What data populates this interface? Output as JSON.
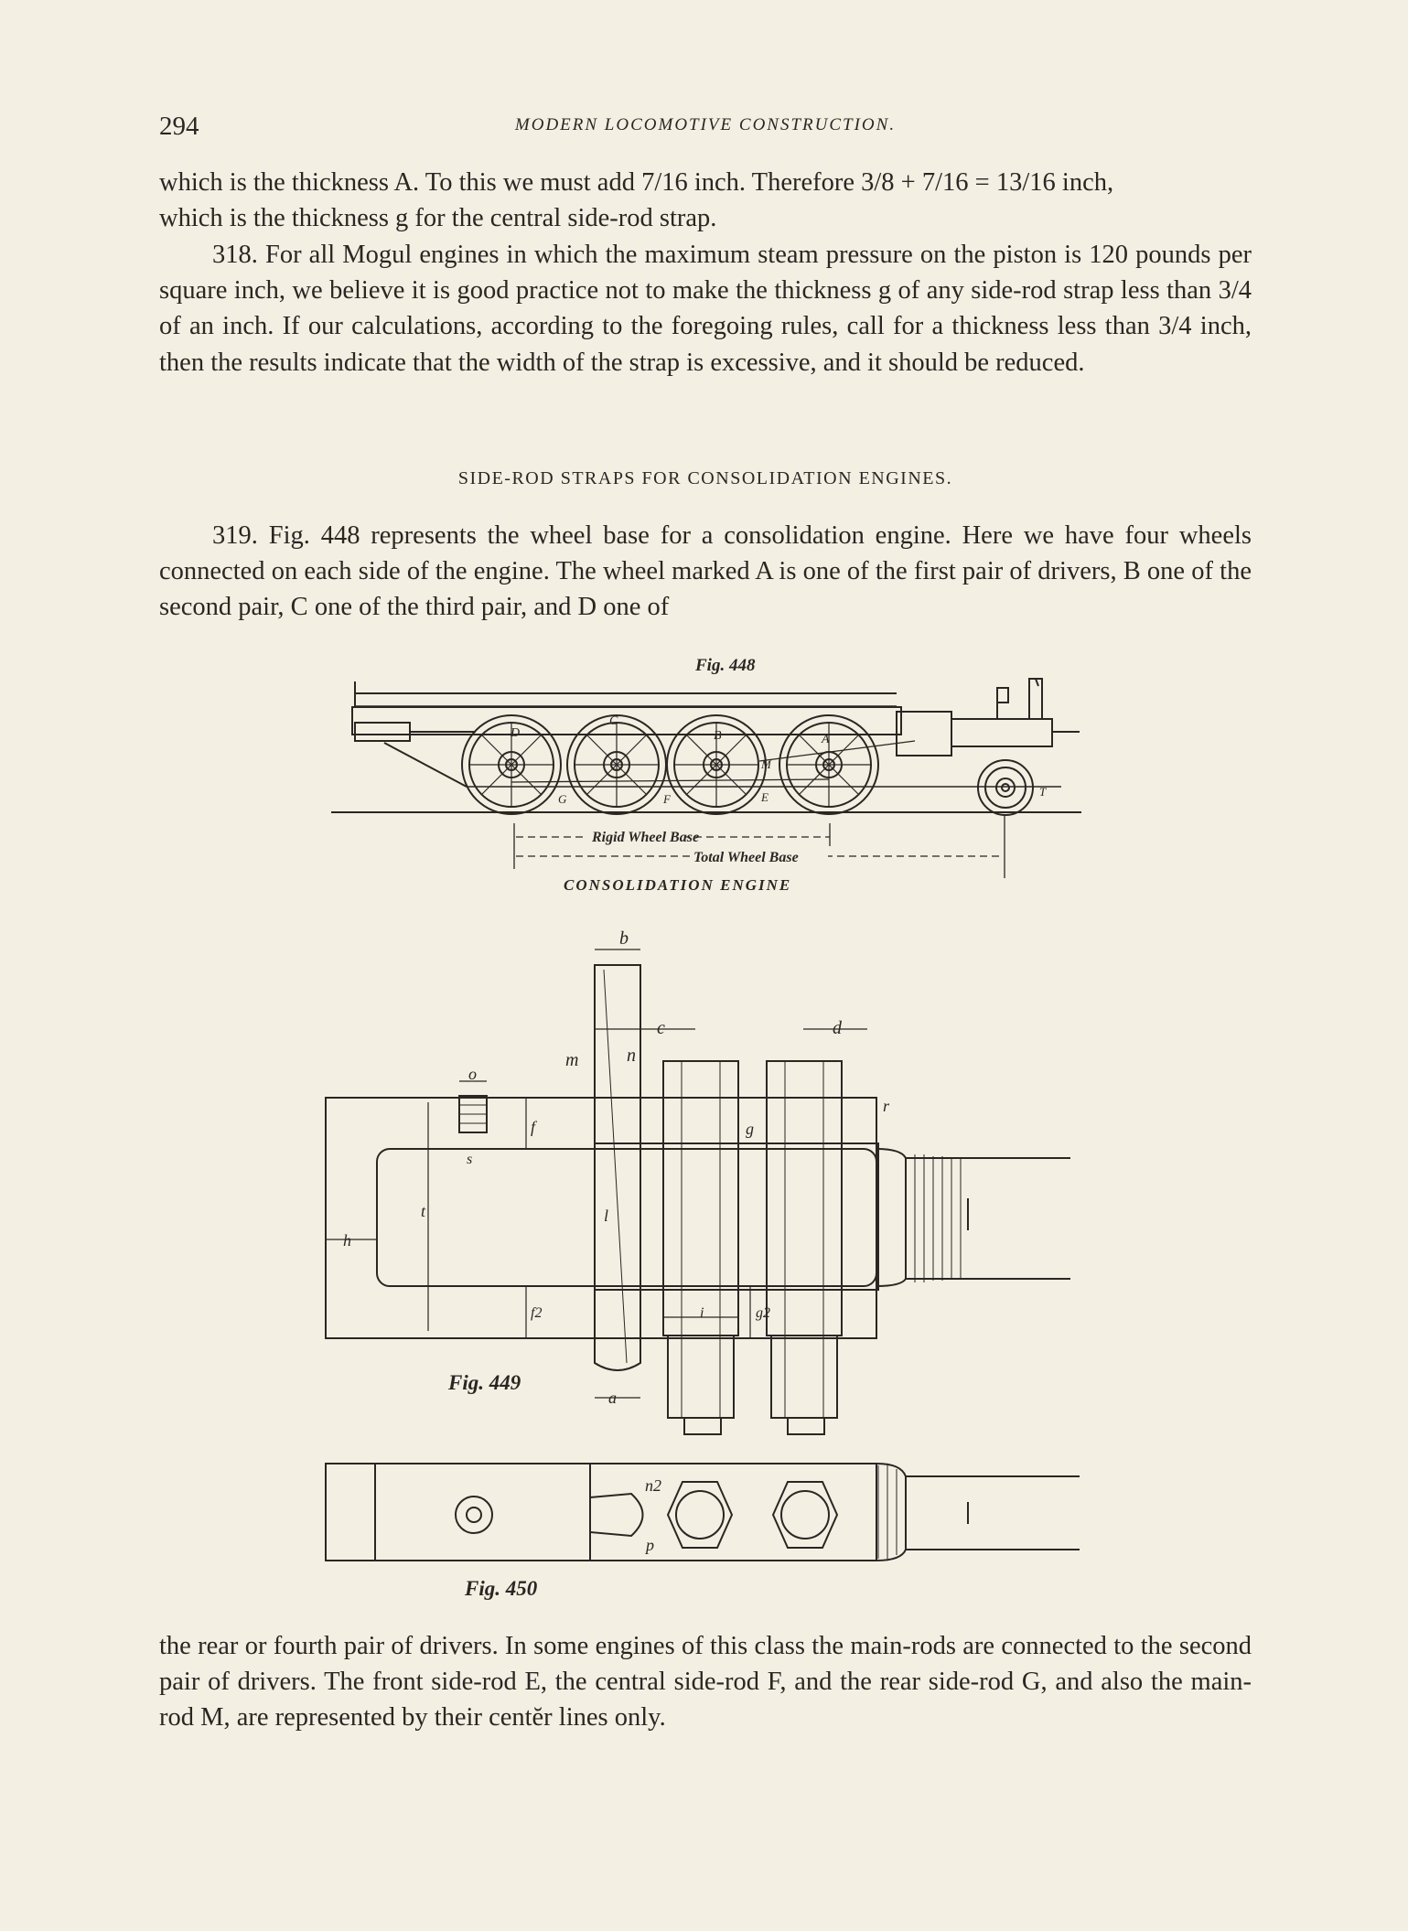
{
  "header": {
    "page_number": "294",
    "running_title": "MODERN LOCOMOTIVE CONSTRUCTION."
  },
  "paragraphs": {
    "p1_line1": "which is the thickness A.  To this we must add 7/16 inch.  Therefore 3/8 + 7/16 = 13/16 inch,",
    "p1_line2": "which is the thickness g for the central side-rod strap.",
    "p2": "318. For all Mogul engines in which the maximum steam pressure on the piston is 120 pounds per square inch, we believe it is good practice not to make the thickness g of any side-rod strap less than 3/4 of an inch.  If our calculations, according to the foregoing rules, call for a thickness less than 3/4 inch, then the results indicate that the width of the strap is excessive, and it should be reduced.",
    "section_heading": "SIDE-ROD STRAPS FOR CONSOLIDATION ENGINES.",
    "p3": "319. Fig. 448 represents the wheel base for a consolidation engine.  Here we have four wheels connected on each side of the engine.  The wheel marked A is one of the first pair of drivers, B one of the second pair, C one of the third pair, and D one of",
    "p4": "the rear or fourth pair of drivers.  In some engines of this class the main-rods are connected to the second pair of drivers.  The front side-rod E, the central side-rod F, and the rear side-rod G, and also the main-rod M, are represented by their centĕr lines only."
  },
  "figures": {
    "fig448": {
      "caption": "Fig. 448",
      "subtitle": "CONSOLIDATION ENGINE",
      "rigid_wheel_base": "Rigid Wheel Base",
      "total_wheel_base": "Total Wheel Base",
      "wheel_labels": [
        "D",
        "C",
        "B",
        "A"
      ],
      "rod_labels": [
        "G",
        "F",
        "E",
        "M"
      ],
      "truck_label": "T"
    },
    "fig449": {
      "caption": "Fig. 449",
      "dimension_labels": [
        "b",
        "c",
        "d",
        "m",
        "n",
        "o",
        "r",
        "s",
        "f",
        "g",
        "h",
        "t",
        "l",
        "i",
        "f2",
        "g2",
        "a"
      ]
    },
    "fig450": {
      "caption": "Fig. 450",
      "labels": [
        "n2",
        "p"
      ]
    }
  },
  "colors": {
    "paper": "#f3efe3",
    "ink": "#2a2622"
  }
}
